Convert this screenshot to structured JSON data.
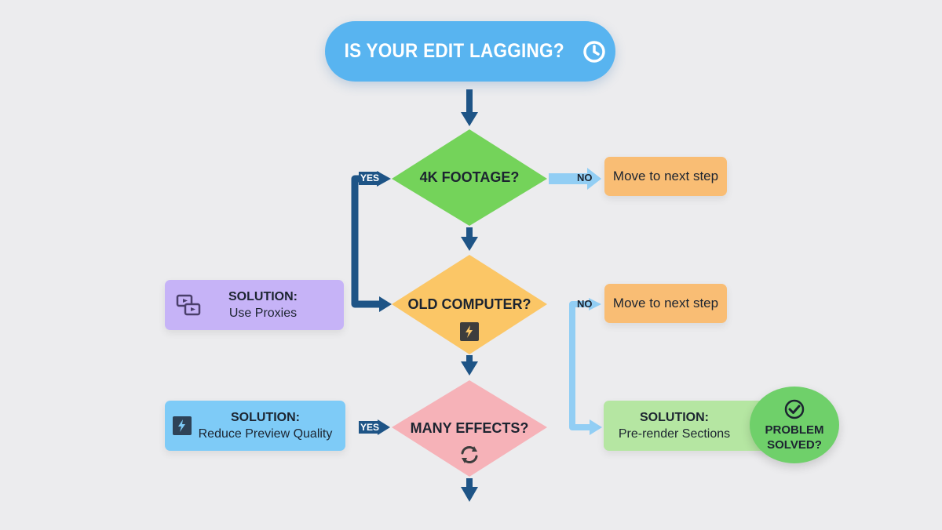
{
  "title": {
    "text": "IS YOUR EDIT LAGGING?",
    "icon": "clock-icon"
  },
  "decisions": [
    {
      "label": "4K FOOTAGE?",
      "color": "#74d35a"
    },
    {
      "label": "OLD COMPUTER?",
      "color": "#fbc666",
      "icon": "lightning-icon"
    },
    {
      "label": "MANY EFFECTS?",
      "color": "#f6b2b8",
      "icon": "refresh-icon"
    }
  ],
  "branches": {
    "yes": "YES",
    "no": "NO"
  },
  "next_steps": [
    {
      "text": "Move to next step"
    },
    {
      "text": "Move to next step"
    }
  ],
  "solutions": [
    {
      "title": "SOLUTION:",
      "body": "Use Proxies",
      "color": "#c6b3f7",
      "icon": "video-clips-icon"
    },
    {
      "title": "SOLUTION:",
      "body": "Reduce Preview Quality",
      "color": "#7ecbf7",
      "icon": "lightning-icon"
    },
    {
      "title": "SOLUTION:",
      "body": "Pre-render Sections",
      "color": "#b5e6a2",
      "icon": ""
    }
  ],
  "end_badge": {
    "text": "PROBLEM SOLVED?",
    "icon": "check-circle-icon",
    "color": "#6fd06a"
  },
  "colors": {
    "background": "#ececee",
    "dark_arrow": "#1e5486",
    "light_arrow": "#92cef4",
    "next_step": "#f9bd74"
  }
}
